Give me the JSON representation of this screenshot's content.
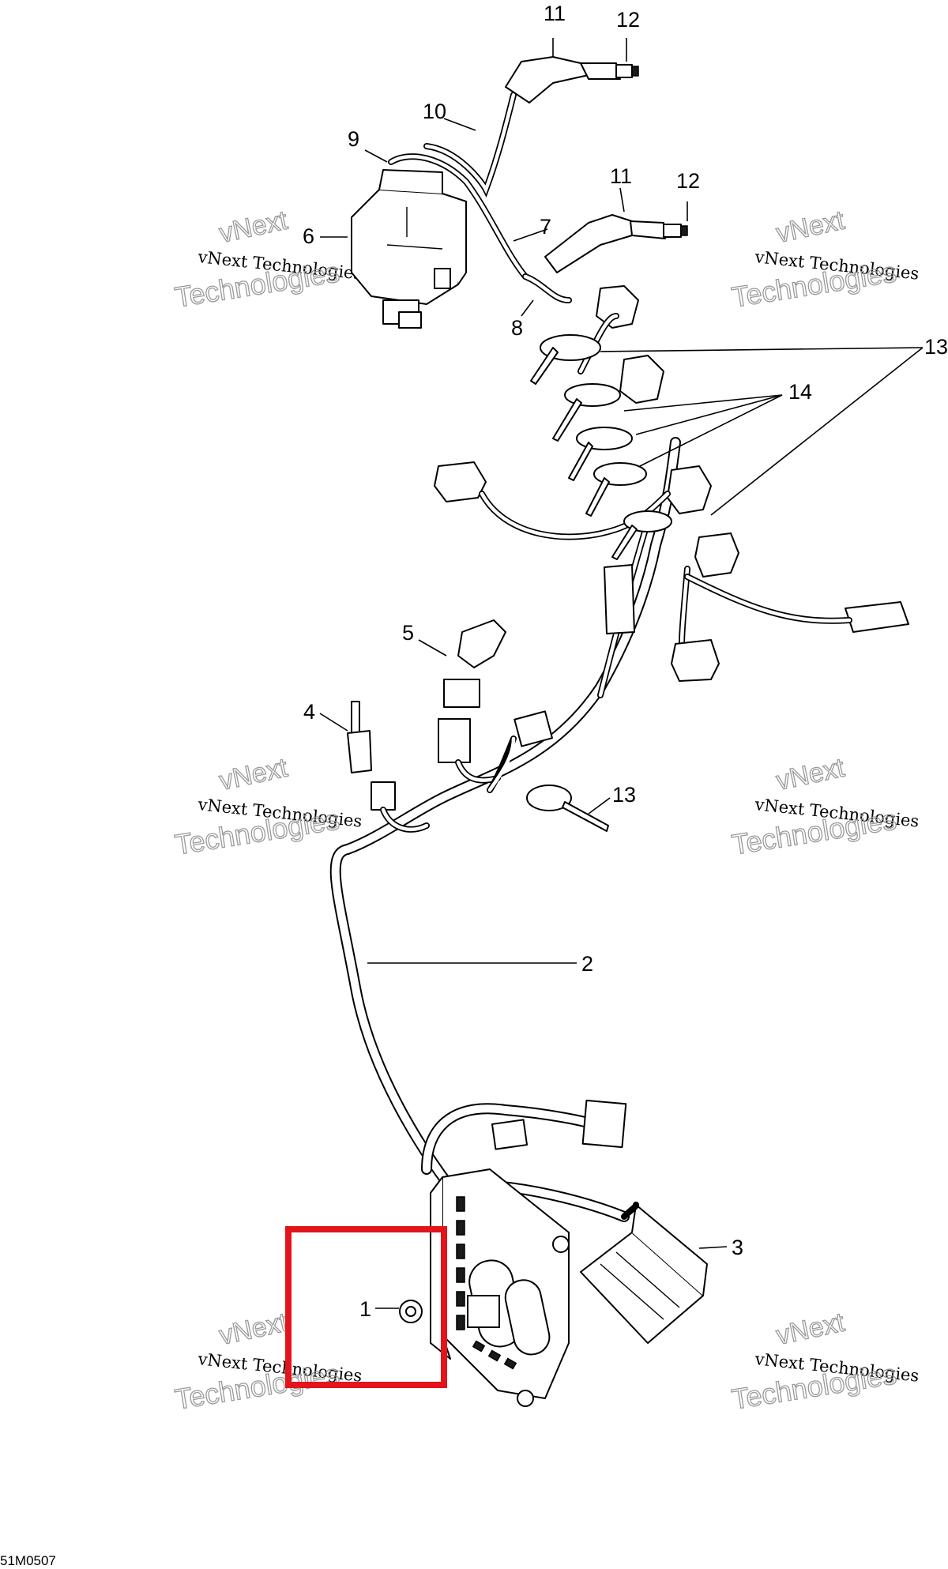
{
  "callouts": {
    "c1": "1",
    "c2": "2",
    "c3": "3",
    "c4": "4",
    "c5": "5",
    "c6": "6",
    "c7": "7",
    "c8": "8",
    "c9": "9",
    "c10": "10",
    "c11a": "11",
    "c11b": "11",
    "c12a": "12",
    "c12b": "12",
    "c13a": "13",
    "c13b": "13",
    "c14": "14"
  },
  "watermark": {
    "line1": "vNext Technologies",
    "brand_small": "vNext",
    "brand_large": "Technologies"
  },
  "drawing_code": "51M0507",
  "highlight": {
    "color": "#e3141b",
    "target": "1"
  }
}
